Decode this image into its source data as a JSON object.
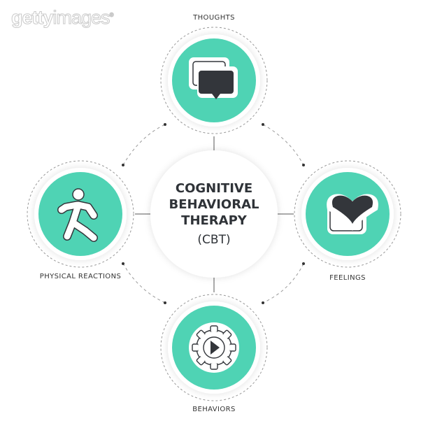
{
  "watermark": {
    "bold": "getty",
    "light": "images",
    "mark": "®"
  },
  "center": {
    "line1": "COGNITIVE",
    "line2": "BEHAVIORAL",
    "line3": "THERAPY",
    "abbr": "(CBT)"
  },
  "nodes": [
    {
      "id": "thoughts",
      "label": "THOUGHTS",
      "icon": "speech-bubbles-icon"
    },
    {
      "id": "feelings",
      "label": "FEELINGS",
      "icon": "heart-bubble-icon"
    },
    {
      "id": "behaviors",
      "label": "BEHAVIORS",
      "icon": "gear-play-icon"
    },
    {
      "id": "physical",
      "label": "PHYSICAL REACTIONS",
      "icon": "running-person-icon"
    }
  ],
  "colors": {
    "accent": "#4fd3b4",
    "icon_dark": "#33363b",
    "text": "#333333",
    "dashed": "#9a9a9a"
  }
}
